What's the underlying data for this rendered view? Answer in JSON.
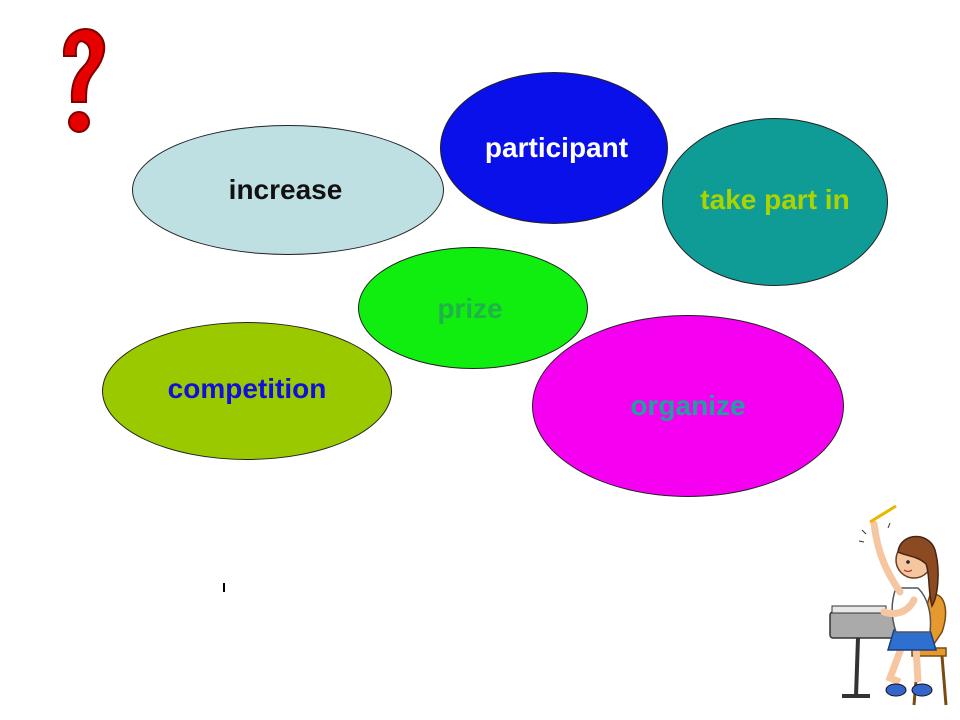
{
  "slide": {
    "bubbles": [
      {
        "id": "increase",
        "label": "increase",
        "fill": "#bfe0e3",
        "text_color": "#111111"
      },
      {
        "id": "participant",
        "label": "participant",
        "fill": "#0a10ea",
        "text_color": "#ffffff"
      },
      {
        "id": "take-part-in",
        "label": "take part in",
        "fill": "#0f9b96",
        "text_color": "#aad400"
      },
      {
        "id": "prize",
        "label": "prize",
        "fill": "#10ee10",
        "text_color": "#1fb34a"
      },
      {
        "id": "competition",
        "label": "competition",
        "fill": "#9ac900",
        "text_color": "#1010d8"
      },
      {
        "id": "organize",
        "label": "organize",
        "fill": "#f600f2",
        "text_color": "#1fa0a0"
      }
    ],
    "decorations": {
      "question_mark": "question-mark-icon",
      "clipart": "student-raising-hand-icon"
    }
  }
}
